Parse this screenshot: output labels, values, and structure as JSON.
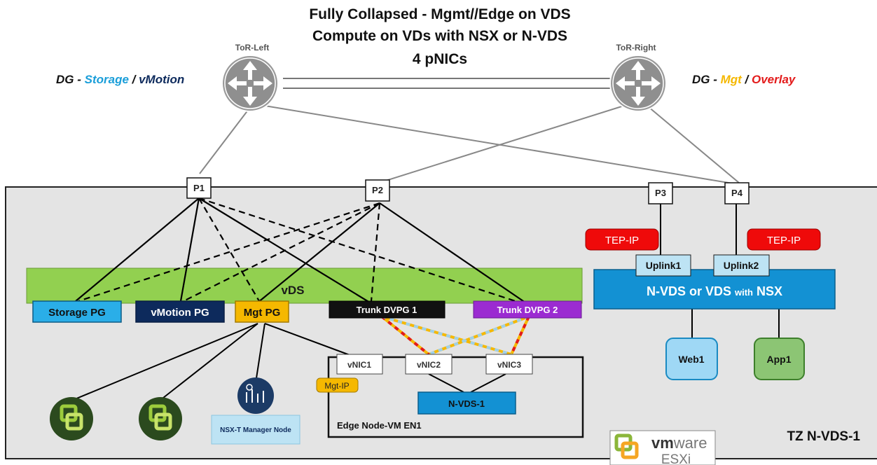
{
  "title": {
    "line1": "Fully Collapsed - Mgmt//Edge on VDS",
    "line2": "Compute on VDs with NSX or N-VDS",
    "line3": "4 pNICs"
  },
  "tor_left": {
    "label": "ToR-Left",
    "dg_prefix": "DG - ",
    "dg_storage": "Storage",
    "dg_sep": " / ",
    "dg_vmotion": "vMotion"
  },
  "tor_right": {
    "label": "ToR-Right",
    "dg_prefix": "DG - ",
    "dg_mgt": "Mgt",
    "dg_sep": " / ",
    "dg_overlay": "Overlay"
  },
  "pnics": {
    "p1": "P1",
    "p2": "P2",
    "p3": "P3",
    "p4": "P4"
  },
  "vds": {
    "label": "vDS",
    "storage_pg": "Storage PG",
    "vmotion_pg": "vMotion PG",
    "mgt_pg": "Mgt PG",
    "trunk1": "Trunk DVPG 1",
    "trunk2": "Trunk DVPG 2"
  },
  "edge": {
    "label": "Edge Node-VM EN1",
    "vnic1": "vNIC1",
    "vnic2": "vNIC2",
    "vnic3": "vNIC3",
    "mgt_ip": "Mgt-IP",
    "nvds": "N-VDS-1"
  },
  "nsx_manager": "NSX-T Manager Node",
  "nvds_switch": {
    "label_main": "N-VDS or VDS ",
    "label_small": "with",
    "label_end": " NSX",
    "uplink1": "Uplink1",
    "uplink2": "Uplink2",
    "tep_left": "TEP-IP",
    "tep_right": "TEP-IP"
  },
  "vms": {
    "web": "Web1",
    "app": "App1"
  },
  "tz": "TZ N-VDS-1",
  "esxi_logo": {
    "vm": "vm",
    "ware": "ware",
    "esxi": "ESXi"
  },
  "colors": {
    "storage": "#1a9ed9",
    "vmotion": "#0d2a5c",
    "mgt": "#f5b800",
    "overlay": "#e31b1b",
    "vds_green": "#92d050",
    "host_grey": "#e4e4e4",
    "nvds_blue": "#1391d3",
    "trunk2_purple": "#9b2bd1",
    "web_blue": "#9fd8f5",
    "app_green": "#8cc574"
  }
}
